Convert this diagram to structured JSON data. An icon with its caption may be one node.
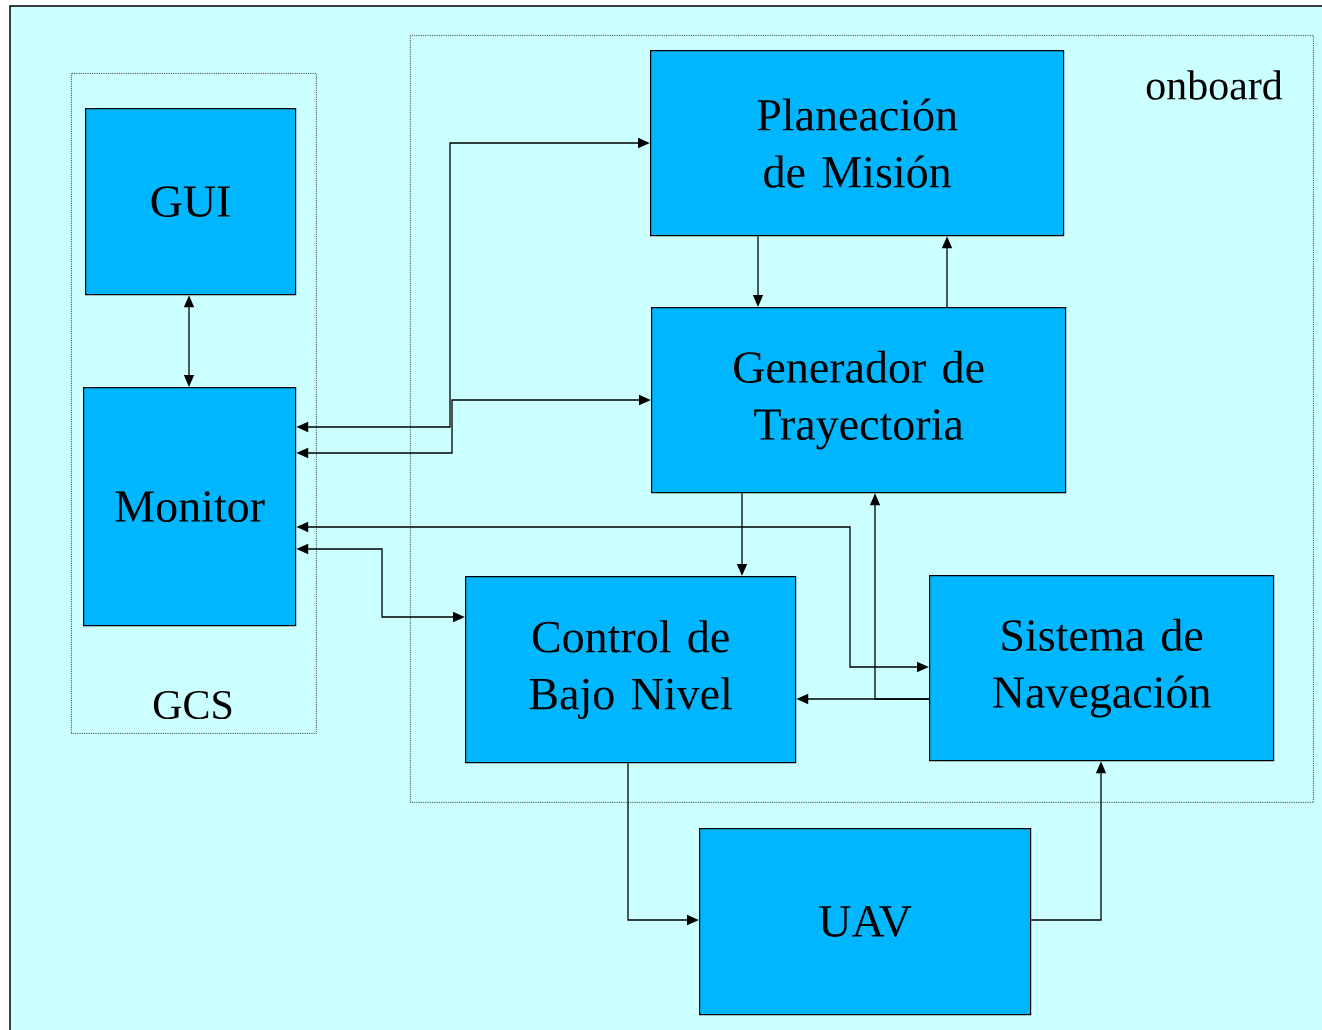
{
  "diagram": {
    "nodes": [
      {
        "text": [
          "GCS"
        ]
      },
      {
        "text": [
          "GUI"
        ],
        "in": 0
      },
      {
        "text": [
          "Monitor"
        ],
        "in": 0
      },
      {
        "text": [
          "onboard"
        ]
      },
      {
        "text": [
          "Planeación de Misión"
        ],
        "in": 3
      },
      {
        "text": [
          "Generador de Trayectoria"
        ],
        "in": 3
      },
      {
        "text": [
          "Control de Bajo Nivel"
        ],
        "in": 3
      },
      {
        "text": [
          "Sistema de Navegación"
        ],
        "in": 3
      },
      {
        "text": [
          "UAV"
        ]
      }
    ],
    "edges": [
      {
        "from": 1,
        "to": 2,
        "arrow": "both"
      },
      {
        "from": 2,
        "to": 4,
        "arrow": "both"
      },
      {
        "from": 2,
        "to": 5,
        "arrow": "both"
      },
      {
        "from": 2,
        "to": 7,
        "arrow": "both"
      },
      {
        "from": 2,
        "to": 6,
        "arrow": "both"
      },
      {
        "from": 4,
        "to": 5,
        "arrow": "to"
      },
      {
        "from": 5,
        "to": 4,
        "arrow": "to"
      },
      {
        "from": 5,
        "to": 6,
        "arrow": "to"
      },
      {
        "from": 7,
        "to": 6,
        "arrow": "to"
      },
      {
        "from": 7,
        "to": 5,
        "arrow": "to"
      },
      {
        "from": 6,
        "to": 8,
        "arrow": "to"
      },
      {
        "from": 8,
        "to": 7,
        "arrow": "to"
      }
    ]
  }
}
